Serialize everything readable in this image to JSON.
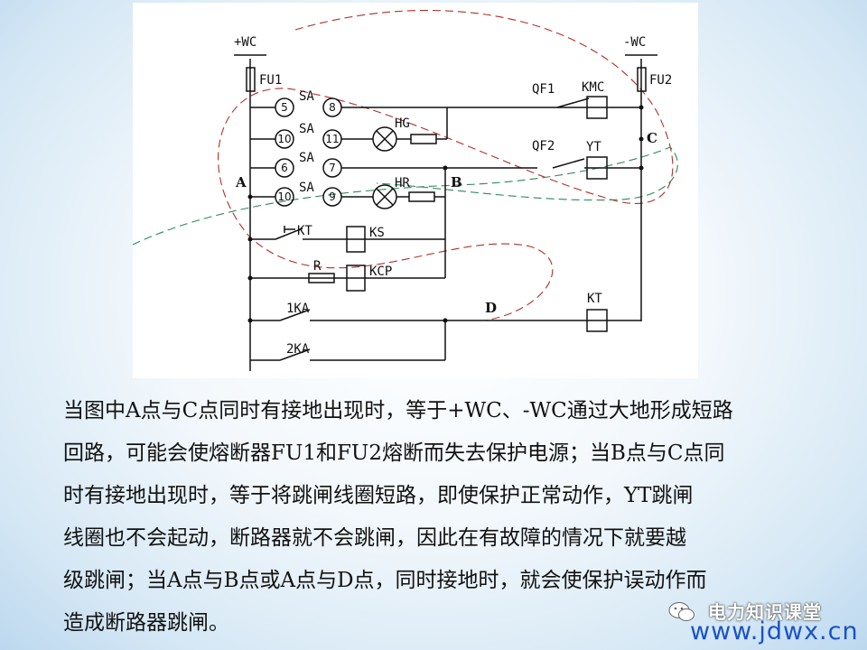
{
  "diagram": {
    "labels": {
      "pos_bus": "+WC",
      "neg_bus": "-WC",
      "fu1": "FU1",
      "fu2": "FU2",
      "sa1": "SA",
      "sa2": "SA",
      "sa3": "SA",
      "sa4": "SA",
      "c5": "5",
      "c8": "8",
      "c10a": "10",
      "c11": "11",
      "c6": "6",
      "c7": "7",
      "c10b": "10",
      "c9": "9",
      "hg": "HG",
      "hr": "HR",
      "qf1": "QF1",
      "qf2": "QF2",
      "kmc": "KMC",
      "yt": "YT",
      "kt_contact": "KT",
      "ks": "KS",
      "r": "R",
      "kcp": "KCP",
      "ka1": "1KA",
      "ka2": "2KA",
      "kt_coil": "KT",
      "point_a": "A",
      "point_b": "B",
      "point_c": "C",
      "point_d": "D"
    },
    "colors": {
      "red_path": "#b0302a",
      "green_path": "#2a8a5a"
    }
  },
  "text": {
    "lines": [
      "当图中A点与C点同时有接地出现时，等于+WC、-WC通过大地形成短路",
      "回路，可能会使熔断器FU1和FU2熔断而失去保护电源；当B点与C点同",
      "时有接地出现时，等于将跳闸线圈短路，即使保护正常动作，YT跳闸",
      "线圈也不会起动，断路器就不会跳闸，因此在有故障的情况下就要越",
      "级跳闸；当A点与B点或A点与D点，同时接地时，就会使保护误动作而",
      "造成断路器跳闸。"
    ]
  },
  "watermark": {
    "name": "电力知识课堂",
    "site": "www.jdwx.cn"
  }
}
